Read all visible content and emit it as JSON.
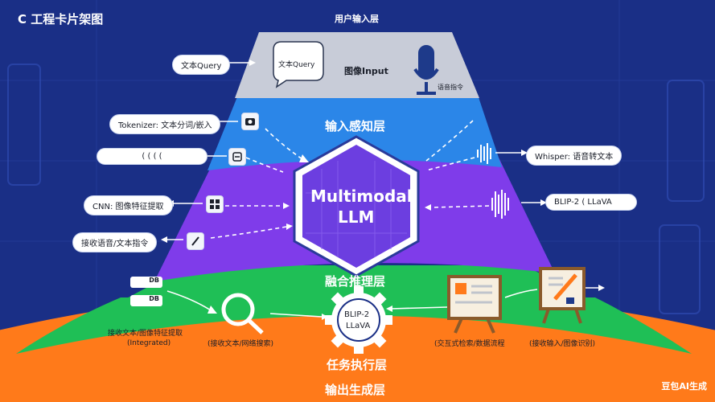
{
  "header": {
    "brand_icon": "C",
    "brand_title": "工程卡片架图",
    "top_layer_title": "用户输入层"
  },
  "layers": {
    "perception": "输入感知层",
    "fusion": "融合推理层",
    "task": "任务执行层",
    "output": "输出生成层"
  },
  "input_layer": {
    "left_pill": "文本Query",
    "speech_bubble": "文本Query",
    "image_input": "图像Input",
    "mic_caption": "语音指令"
  },
  "left_modules": {
    "tokenizer": "Tokenizer: 文本分词/嵌入",
    "second": "( ( ( (",
    "cnn": "CNN: 图像特征提取",
    "speech": "接收语音/文本指令"
  },
  "right_modules": {
    "whisper": "Whisper: 语音转文本",
    "blip": "BLIP-2 ( LLaVA"
  },
  "core": {
    "line1": "Multimodal",
    "line2": "LLM"
  },
  "task_layer": {
    "badge1": "DB",
    "badge2": "DB",
    "gear_line1": "BLIP-2",
    "gear_line2": "LLaVA",
    "caption_left": "接收文本/图像特征提取",
    "caption_left_sub": "(Integrated)",
    "caption_search": "(接收文本/网络搜索)",
    "caption_board": "(交互式检索/数据流程",
    "caption_right": "(接收输入/图像识别)"
  },
  "footer": {
    "watermark": "豆包AI生成"
  },
  "colors": {
    "background": "#1a2f86",
    "input_layer": "#c8ccd8",
    "perception_layer": "#2b86e8",
    "fusion_layer": "#7f3cea",
    "task_layer": "#1fbf56",
    "output_layer": "#ff7a1a",
    "core_fill": "#6c3ee0",
    "core_border": "#2a3a9a"
  }
}
